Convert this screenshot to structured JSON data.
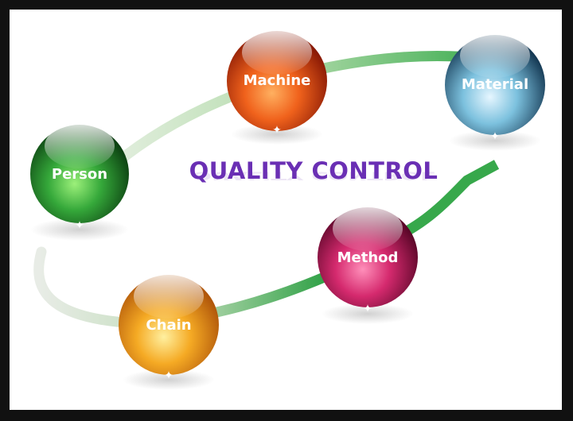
{
  "title": "QUALITY CONTROL",
  "nodes": [
    {
      "id": "person",
      "label": "Person",
      "color": "#2e9b2f"
    },
    {
      "id": "machine",
      "label": "Machine",
      "color": "#e4571a"
    },
    {
      "id": "material",
      "label": "Material",
      "color": "#5fa6c6"
    },
    {
      "id": "method",
      "label": "Method",
      "color": "#c2185b"
    },
    {
      "id": "chain",
      "label": "Chain",
      "color": "#f0a01c"
    }
  ]
}
